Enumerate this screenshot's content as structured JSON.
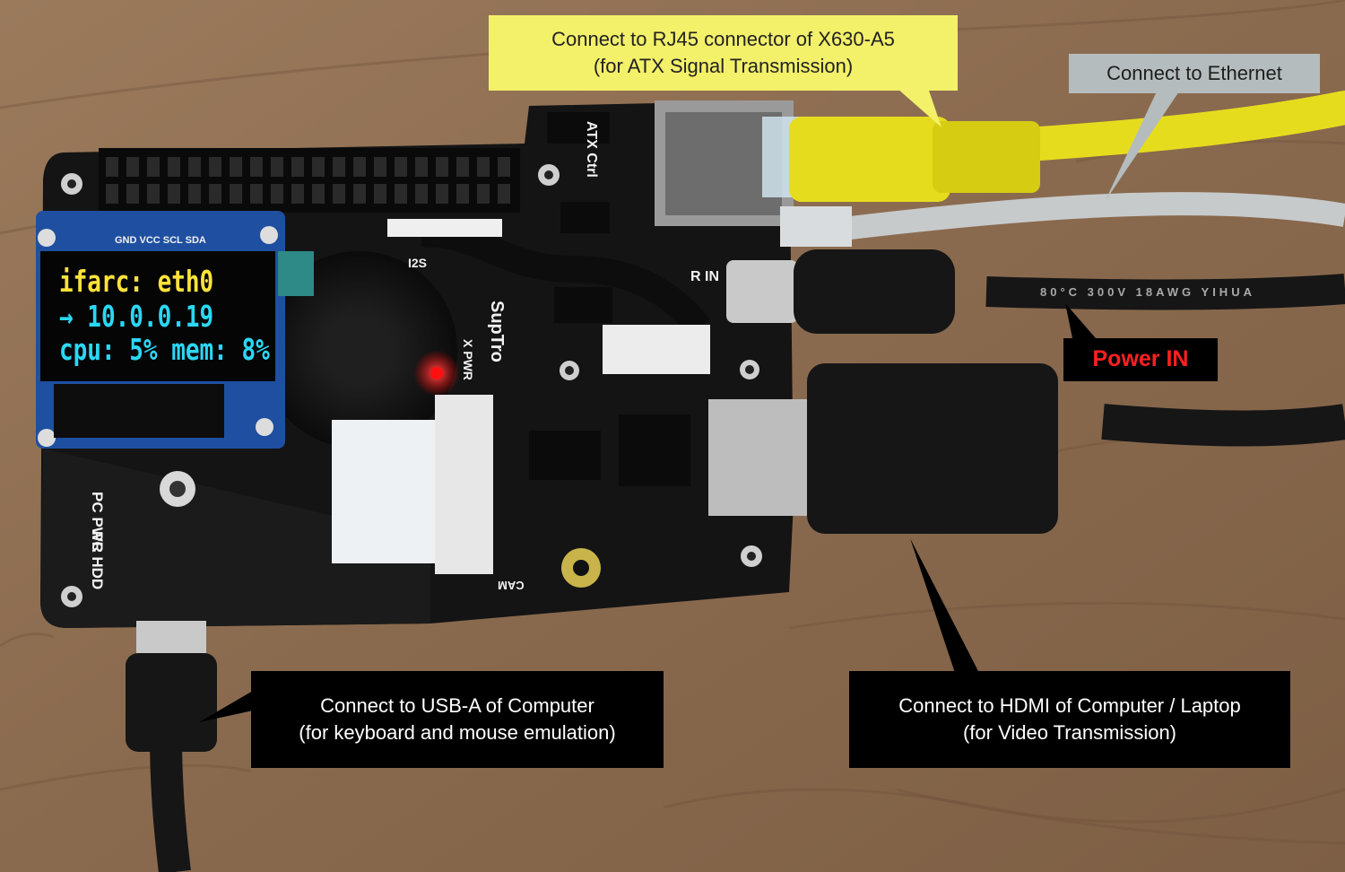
{
  "colors": {
    "wood": "#8a6a4e",
    "pcb": "#141414",
    "yellow_cable": "#e6dc1e",
    "grey_cable": "#c7cacb",
    "black_cable": "#161616",
    "callout_yellow": "#f3f06a",
    "callout_grey": "#b4bcbd",
    "power_red": "#ff2020",
    "oled_yellow": "#ffe23a",
    "oled_cyan": "#2ad8f5",
    "led_red": "#ff1010"
  },
  "callouts": {
    "rj45": {
      "line1": "Connect to RJ45 connector of X630-A5",
      "line2": "(for ATX Signal Transmission)"
    },
    "ethernet": {
      "line1": "Connect to Ethernet"
    },
    "power": {
      "line1": "Power IN"
    },
    "usb": {
      "line1": "Connect to USB-A of Computer",
      "line2": "(for keyboard and mouse emulation)"
    },
    "hdmi": {
      "line1": "Connect to HDMI of Computer / Laptop",
      "line2": "(for Video Transmission)"
    }
  },
  "oled": {
    "pins": "GND VCC SCL SDA",
    "line1": "ifarc: eth0",
    "line2": "→ 10.0.0.19",
    "line3": "cpu: 5% mem: 8%"
  },
  "board_labels": {
    "atx": "ATX Ctrl",
    "i2s": "I2S",
    "suptro": "SupTro",
    "x_pwr": "X PWR",
    "r_in": "R IN",
    "pc_pwr": "PC PWR",
    "pc_hdd": "PC HDD",
    "cam": "CAM",
    "cable_print": "80°C 300V 18AWG YIHUA"
  },
  "icons": [
    "oled-display-icon",
    "rj45-port-icon",
    "usb-c-port-icon",
    "hdmi-port-icon",
    "fan-icon",
    "led-icon"
  ]
}
